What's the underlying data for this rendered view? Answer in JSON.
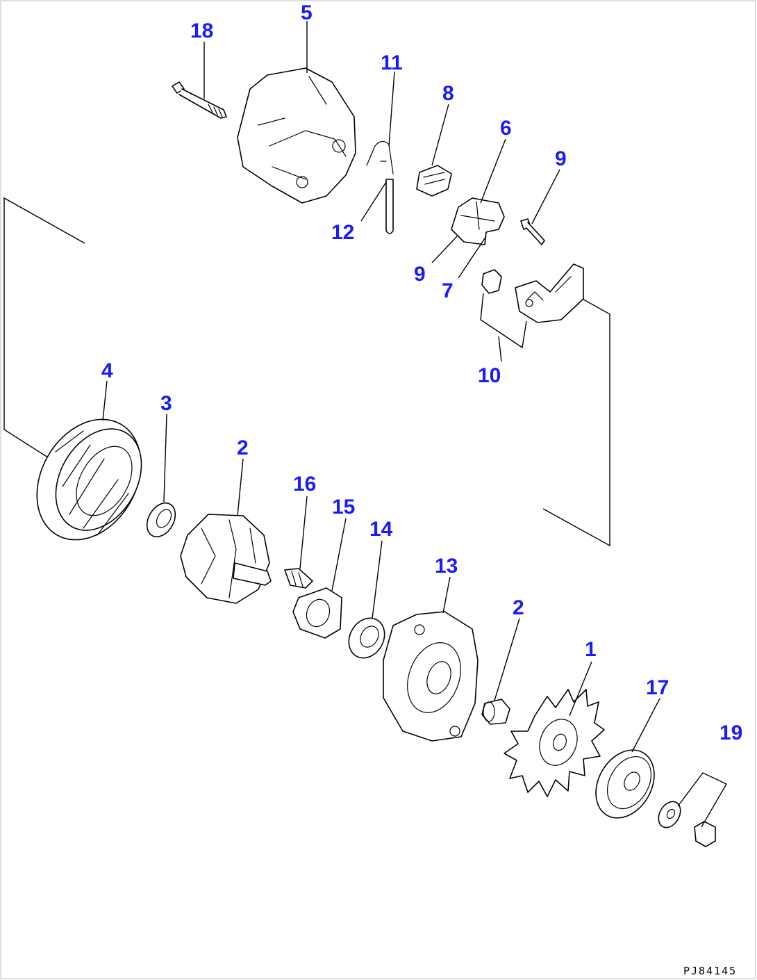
{
  "callouts": [
    "18",
    "5",
    "11",
    "8",
    "6",
    "9",
    "12",
    "9",
    "7",
    "10",
    "4",
    "3",
    "2",
    "16",
    "15",
    "14",
    "13",
    "2",
    "1",
    "17",
    "19"
  ],
  "drawing_code": "PJ84145"
}
